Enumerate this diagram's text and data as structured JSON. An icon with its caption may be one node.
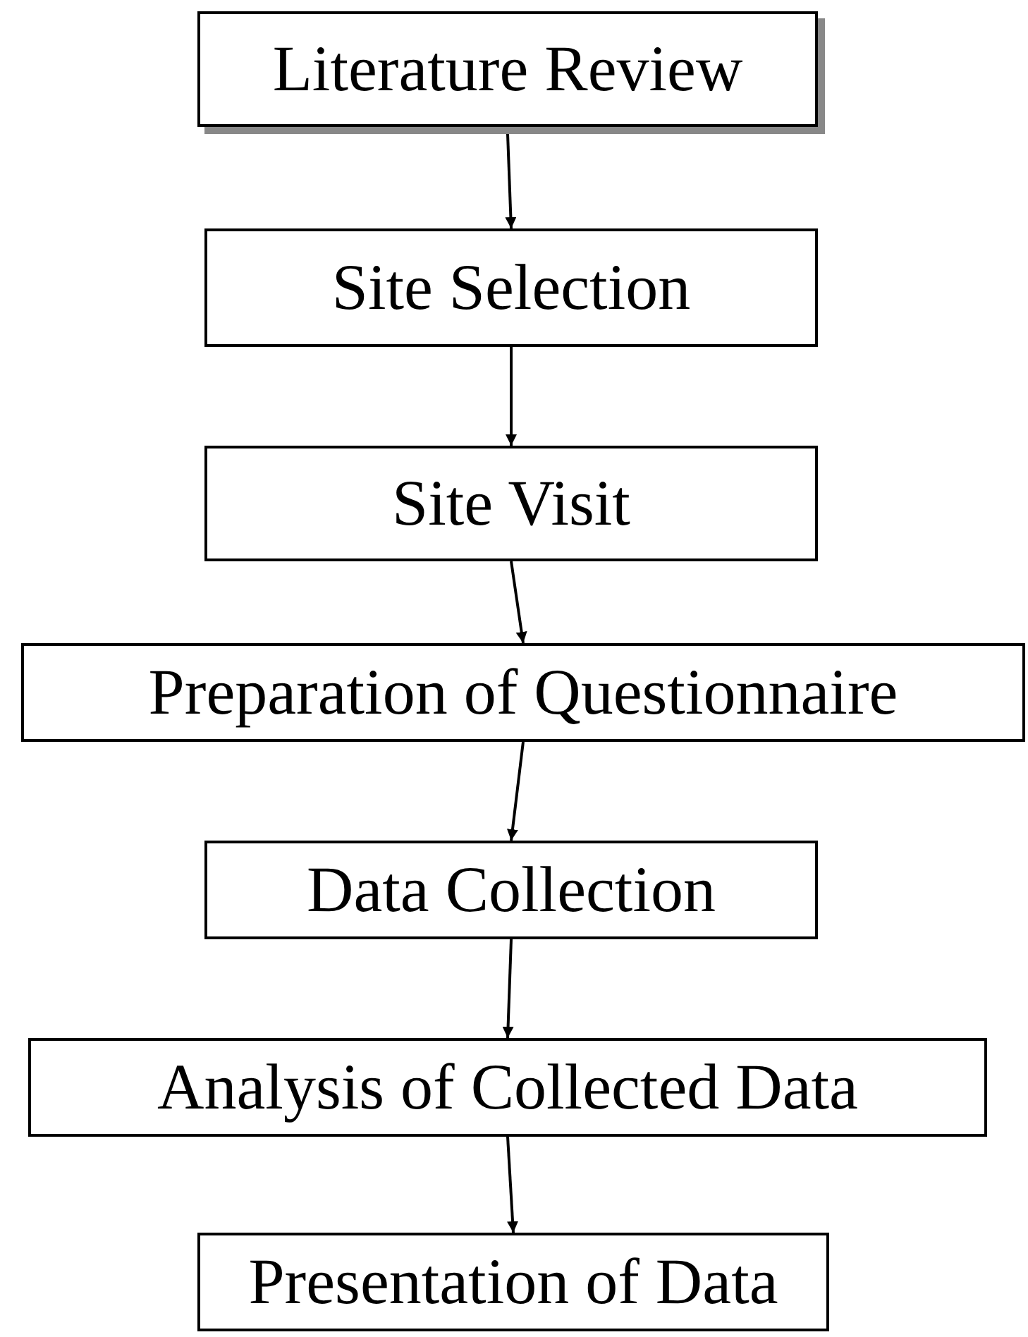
{
  "diagram": {
    "nodes": [
      {
        "text": [
          "Literature Review"
        ]
      },
      {
        "text": [
          "Site Selection"
        ]
      },
      {
        "text": [
          "Site Visit"
        ]
      },
      {
        "text": [
          "Preparation of Questionnaire"
        ]
      },
      {
        "text": [
          "Data Collection"
        ]
      },
      {
        "text": [
          "Analysis of Collected Data"
        ]
      },
      {
        "text": [
          "Presentation of Data"
        ]
      }
    ],
    "edges": [
      {
        "from": 0,
        "to": 1,
        "arrow": "to"
      },
      {
        "from": 1,
        "to": 2,
        "arrow": "to"
      },
      {
        "from": 2,
        "to": 3,
        "arrow": "to"
      },
      {
        "from": 3,
        "to": 4,
        "arrow": "to"
      },
      {
        "from": 4,
        "to": 5,
        "arrow": "to"
      },
      {
        "from": 5,
        "to": 6,
        "arrow": "to"
      }
    ]
  }
}
